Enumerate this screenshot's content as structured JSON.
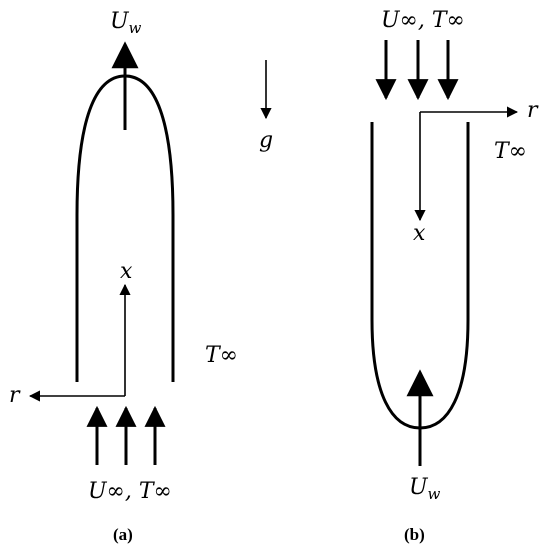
{
  "panel_a": {
    "caption": "(a)",
    "wall_velocity": "U",
    "wall_velocity_sub": "w",
    "freestream": "U∞, T∞",
    "ambient_temp": "T∞",
    "axis_x": "x",
    "axis_r": "r"
  },
  "panel_b": {
    "caption": "(b)",
    "wall_velocity": "U",
    "wall_velocity_sub": "w",
    "freestream": "U∞, T∞",
    "ambient_temp": "T∞",
    "axis_x": "x",
    "axis_r": "r"
  },
  "gravity": "g"
}
